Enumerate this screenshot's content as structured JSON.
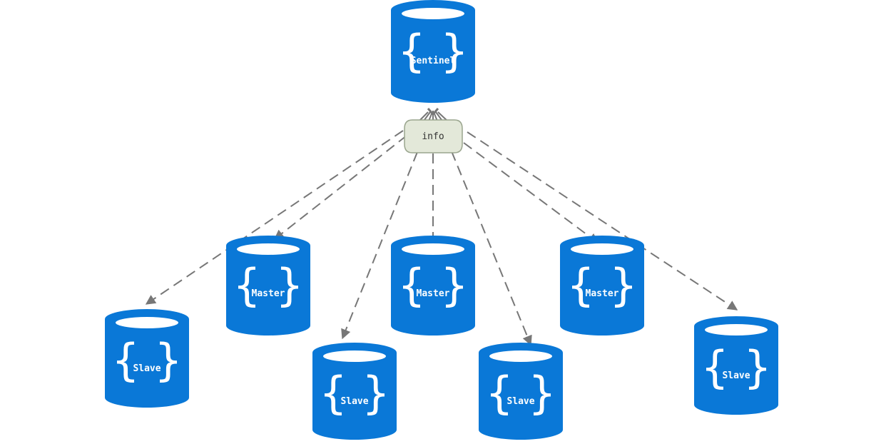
{
  "nodes": {
    "sentinel": {
      "label": "Sentinel",
      "icon": "database-icon"
    },
    "masters": [
      {
        "label": "Master",
        "icon": "database-icon"
      },
      {
        "label": "Master",
        "icon": "database-icon"
      },
      {
        "label": "Master",
        "icon": "database-icon"
      }
    ],
    "slaves": [
      {
        "label": "Slave",
        "icon": "database-icon"
      },
      {
        "label": "Slave",
        "icon": "database-icon"
      },
      {
        "label": "Slave",
        "icon": "database-icon"
      },
      {
        "label": "Slave",
        "icon": "database-icon"
      }
    ]
  },
  "info_node": {
    "label": "info"
  },
  "colors": {
    "db_fill": "#0a78d7",
    "info_fill": "#e3e8d9",
    "info_stroke": "#9aa58e",
    "edge": "#777777"
  }
}
